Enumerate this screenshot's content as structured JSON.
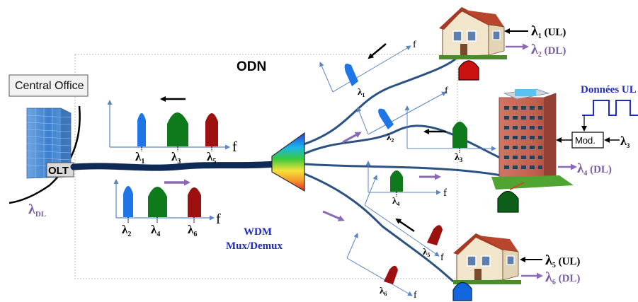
{
  "central_office": {
    "label": "Central Office",
    "olt": "OLT",
    "lambda": "λ",
    "sub": "DL"
  },
  "odn": {
    "label": "ODN"
  },
  "wdm": {
    "line1": "WDM",
    "line2": "Mux/Demux"
  },
  "axis_f": "f",
  "spectrum_top": {
    "items": [
      {
        "l": "λ",
        "s": "1"
      },
      {
        "l": "λ",
        "s": "3"
      },
      {
        "l": "λ",
        "s": "5"
      }
    ]
  },
  "spectrum_bottom": {
    "items": [
      {
        "l": "λ",
        "s": "2"
      },
      {
        "l": "λ",
        "s": "4"
      },
      {
        "l": "λ",
        "s": "6"
      }
    ]
  },
  "branch_labels": {
    "b1": {
      "l": "λ",
      "s": "1"
    },
    "b2": {
      "l": "λ",
      "s": "2"
    },
    "b3": {
      "l": "λ",
      "s": "3"
    },
    "b4": {
      "l": "λ",
      "s": "4"
    },
    "b5": {
      "l": "λ",
      "s": "5"
    },
    "b6": {
      "l": "λ",
      "s": "6"
    }
  },
  "house_top": {
    "ul": {
      "l": "λ",
      "s": "1",
      "t": " (UL)"
    },
    "dl": {
      "l": "λ",
      "s": "2",
      "t": " (DL)"
    }
  },
  "building": {
    "title": "Données UL",
    "mod": "Mod.",
    "in": {
      "l": "λ",
      "s": "3"
    },
    "dl": {
      "l": "λ",
      "s": "4",
      "t": " (DL)"
    }
  },
  "house_bottom": {
    "ul": {
      "l": "λ",
      "s": "5",
      "t": " (UL)"
    },
    "dl": {
      "l": "λ",
      "s": "6",
      "t": " (DL)"
    }
  },
  "colors": {
    "blue": "#1d75e6",
    "green": "#0f7a1c",
    "red": "#9c1010",
    "purple": "#7b5aa6",
    "fiber": "#0e2a55",
    "label_blue": "#1f2bbd",
    "axis": "#5b86c3"
  }
}
